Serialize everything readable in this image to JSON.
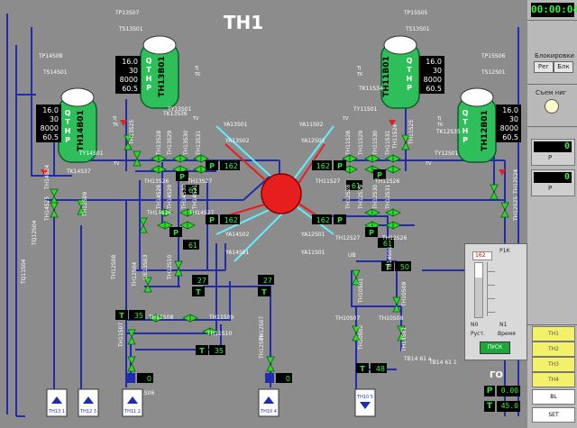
{
  "title": "TH1",
  "clock": "00:00:04",
  "colors": {
    "pipe": "#1f2cae",
    "pipe_cyan": "#5ff0ff",
    "hot": "#e61e1e",
    "vessel": "#2fbf5a",
    "valve": "#2fd82f",
    "display_bg": "#000000",
    "display_fg": "#3cf23c"
  },
  "vessels": [
    {
      "id": "TH13B01",
      "params": [
        "16.0",
        "30",
        "8000",
        "60.5"
      ],
      "letters": [
        "Q",
        "T",
        "H",
        "P"
      ],
      "tags": {
        "top": "TS13S01",
        "tp": "TP13S07",
        "vent": "TK13S36"
      }
    },
    {
      "id": "TH14B01",
      "params": [
        "16.0",
        "30",
        "8000",
        "60.5"
      ],
      "letters": [
        "Q",
        "T",
        "H",
        "P"
      ],
      "tags": {
        "top": "TS14S01",
        "tp": "TP14S08",
        "vent": "TK14S37"
      }
    },
    {
      "id": "TH11B01",
      "params": [
        "16.0",
        "30",
        "8000",
        "60.5"
      ],
      "letters": [
        "Q",
        "T",
        "H",
        "P"
      ],
      "tags": {
        "top": "TS13S01",
        "tp": "TP15S05",
        "vent": "TK11S34"
      }
    },
    {
      "id": "TH12B01",
      "params": [
        "16.0",
        "30",
        "8000",
        "60.5"
      ],
      "letters": [
        "Q",
        "T",
        "H",
        "P"
      ],
      "tags": {
        "top": "TS12S01",
        "tp": "TP15S06",
        "vent": "TK12S35"
      }
    }
  ],
  "vessel_tags": {
    "tj": "TJ",
    "tk": "TK",
    "ty": "TY",
    "tv": "TV"
  },
  "labels": {
    "ty_left": "TY13S01",
    "ty_left2": "TY14S01",
    "ty_right": "TY11S01",
    "ty_right2": "TY12S01",
    "ya_left": [
      "YA13S01",
      "YA13S02",
      "YA14S02",
      "YA14S01"
    ],
    "ya_right": [
      "YA11S02",
      "YA12S02",
      "YA12S01",
      "YA11S01"
    ],
    "pumps_left": [
      "TH13S25",
      "TH13S28",
      "TH13S29",
      "TH13S30",
      "TH13S31"
    ],
    "pumps_right": [
      "TH11S25",
      "TH11S28",
      "TH11S29",
      "TH11S30",
      "TH11S31"
    ],
    "branch_left": [
      "TH13S26",
      "TH13S27",
      "TH14S26",
      "TH14S27",
      "TH14S28",
      "TH14S29",
      "TH14S30",
      "TH14S31"
    ],
    "branch_right": [
      "TH11S27",
      "TH11S26",
      "TH12S27",
      "TH12S26",
      "TH12S28",
      "TH12S29",
      "TH12S30",
      "TH12S31"
    ],
    "sides": [
      "TH14S24",
      "TH14S25",
      "TH12S24",
      "TH12S25",
      "TH11S24"
    ],
    "lower": [
      "TH12S09",
      "TH12S08",
      "TH12S04",
      "UE13S03",
      "TH12S10",
      "TH11S08",
      "TH11S09",
      "TH11S07",
      "TH11S10",
      "TH11S06",
      "TH12S06",
      "TH12S07",
      "TH12S05",
      "TH12S03",
      "TQ11S04",
      "TQ12S04",
      "TH14S01",
      "TH10S01",
      "TH10S02",
      "TH10S07",
      "TH10S08",
      "TH10S09",
      "TB14S01",
      "UB"
    ],
    "tanks": [
      "TH13 1",
      "TH12 3",
      "TH11 2",
      "TH10 4",
      "TH10 5"
    ],
    "small_notes": [
      "TB14 61 a",
      "TB14 61 1"
    ],
    "go": "ГО"
  },
  "values": {
    "v162a": "162",
    "v162b": "162",
    "v162c": "162",
    "v162d": "162",
    "v61a": "61",
    "v61b": "61",
    "v61c": "61",
    "v61d": "61",
    "v27a": "27",
    "v27b": "27",
    "v35a": "35",
    "v35b": "35",
    "v0a": "0",
    "v0b": "0",
    "v50": "50",
    "v48": "48",
    "badge_p": "P",
    "badge_t": "T"
  },
  "side": {
    "blocks_title": "Блокировки",
    "reg": "Рег",
    "blk": "Блк",
    "lamp_title": "Съем ниг",
    "meter1": "0",
    "meter2": "0",
    "meter1_sub": "Р",
    "meter2_sub": "Р",
    "yellow": [
      "ТН1",
      "ТН2",
      "ТН3",
      "ТН4"
    ],
    "bl": "BL",
    "set": "SET"
  },
  "pk": {
    "title": "Р1К",
    "scale": "162",
    "left": "Руст.",
    "right": "Время",
    "btn": "ПУСК",
    "low1": "N0",
    "low2": "N1"
  },
  "go_values": {
    "p": "0.00",
    "t": "45.0"
  }
}
